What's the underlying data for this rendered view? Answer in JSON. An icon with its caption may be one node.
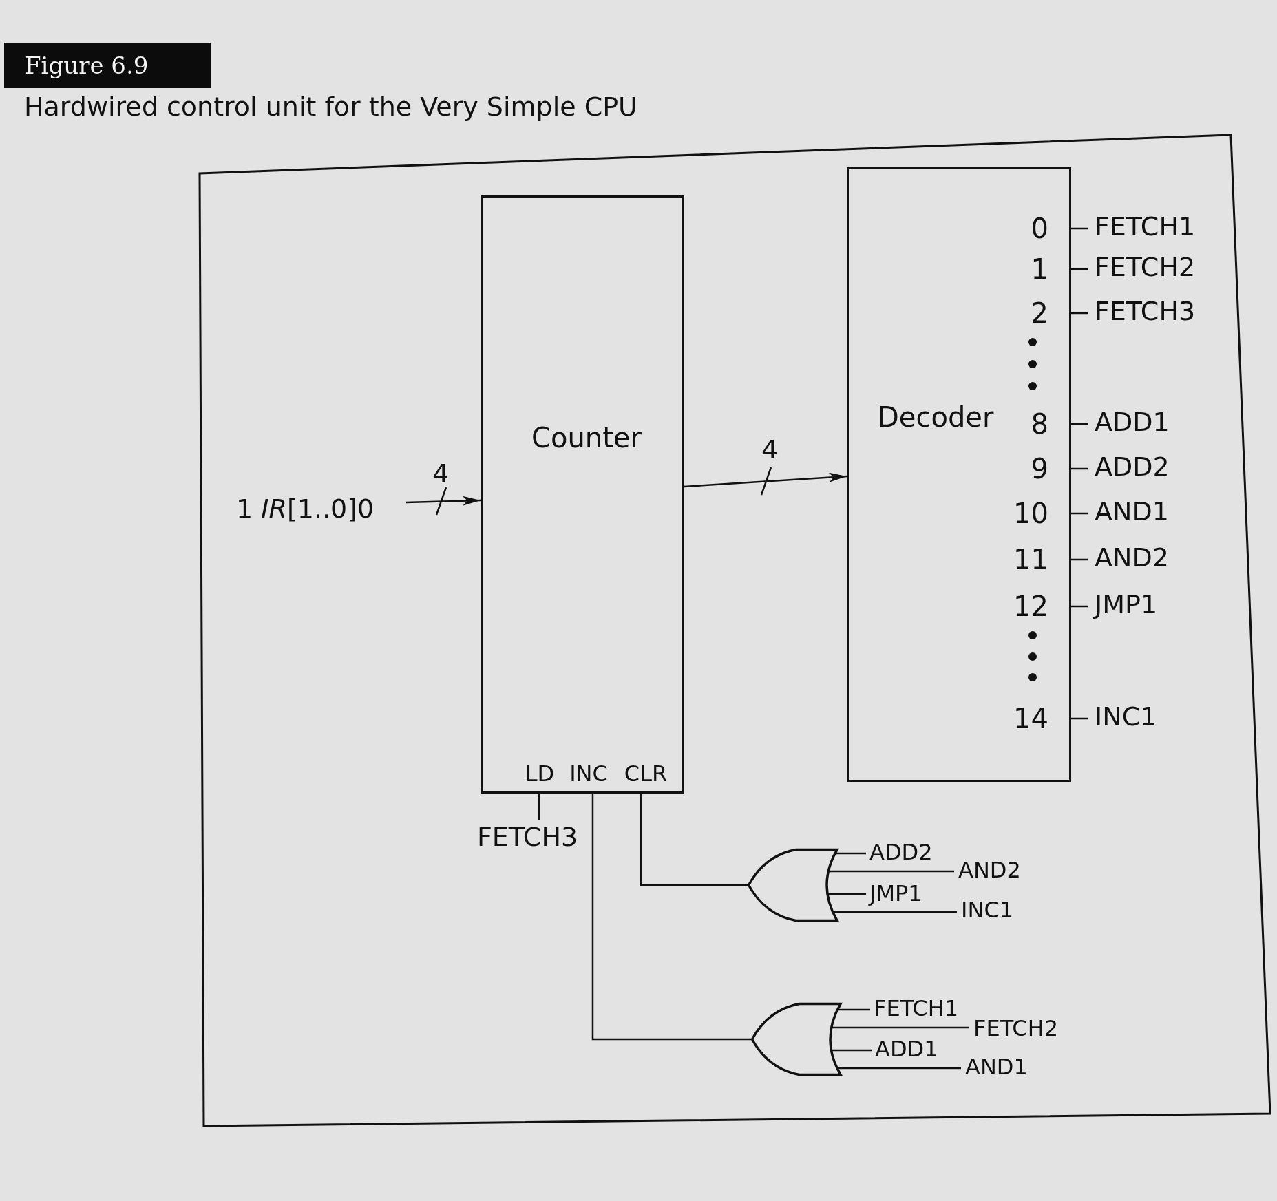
{
  "diagram": {
    "title": "Figure 6.9",
    "caption": "Hardwired control unit for the Very Simple CPU",
    "nodes": [
      {
        "text": [
          "1 *IR*[1..0]0"
        ]
      },
      {
        "text": [
          "Counter",
          "LD",
          "INC",
          "CLR"
        ]
      },
      {
        "text": [
          "Decoder",
          "0",
          "1",
          "2",
          "8",
          "9",
          "10",
          "11",
          "12",
          "14"
        ]
      },
      {
        "text": [
          "FETCH1"
        ]
      },
      {
        "text": [
          "FETCH2"
        ]
      },
      {
        "text": [
          "FETCH3"
        ]
      },
      {
        "text": [
          "ADD1"
        ]
      },
      {
        "text": [
          "ADD2"
        ]
      },
      {
        "text": [
          "AND1"
        ]
      },
      {
        "text": [
          "AND2"
        ]
      },
      {
        "text": [
          "JMP1"
        ]
      },
      {
        "text": [
          "INC1"
        ]
      },
      {
        "text": [
          "FETCH3"
        ]
      },
      {
        "text": [],
        "shape": "gate"
      },
      {
        "text": [
          "ADD2"
        ]
      },
      {
        "text": [
          "AND2"
        ]
      },
      {
        "text": [
          "JMP1"
        ]
      },
      {
        "text": [
          "INC1"
        ]
      },
      {
        "text": [],
        "shape": "gate"
      },
      {
        "text": [
          "FETCH1"
        ]
      },
      {
        "text": [
          "FETCH2"
        ]
      },
      {
        "text": [
          "ADD1"
        ]
      },
      {
        "text": [
          "AND1"
        ]
      }
    ],
    "edges": [
      {
        "from": 0,
        "to": 1,
        "arrow": "to",
        "label": "4"
      },
      {
        "from": 1,
        "to": 2,
        "arrow": "to",
        "label": "4"
      },
      {
        "from": 2,
        "to": 3,
        "arrow": "none"
      },
      {
        "from": 2,
        "to": 4,
        "arrow": "none"
      },
      {
        "from": 2,
        "to": 5,
        "arrow": "none"
      },
      {
        "from": 2,
        "to": 6,
        "arrow": "none"
      },
      {
        "from": 2,
        "to": 7,
        "arrow": "none"
      },
      {
        "from": 2,
        "to": 8,
        "arrow": "none"
      },
      {
        "from": 2,
        "to": 9,
        "arrow": "none"
      },
      {
        "from": 2,
        "to": 10,
        "arrow": "none"
      },
      {
        "from": 2,
        "to": 11,
        "arrow": "none"
      },
      {
        "from": 12,
        "to": 1,
        "arrow": "none"
      },
      {
        "from": 13,
        "to": 1,
        "arrow": "none"
      },
      {
        "from": 14,
        "to": 13,
        "arrow": "none"
      },
      {
        "from": 15,
        "to": 13,
        "arrow": "none"
      },
      {
        "from": 16,
        "to": 13,
        "arrow": "none"
      },
      {
        "from": 17,
        "to": 13,
        "arrow": "none"
      },
      {
        "from": 18,
        "to": 1,
        "arrow": "none"
      },
      {
        "from": 19,
        "to": 18,
        "arrow": "none"
      },
      {
        "from": 20,
        "to": 18,
        "arrow": "none"
      },
      {
        "from": 21,
        "to": 18,
        "arrow": "none"
      },
      {
        "from": 22,
        "to": 18,
        "arrow": "none"
      }
    ]
  }
}
